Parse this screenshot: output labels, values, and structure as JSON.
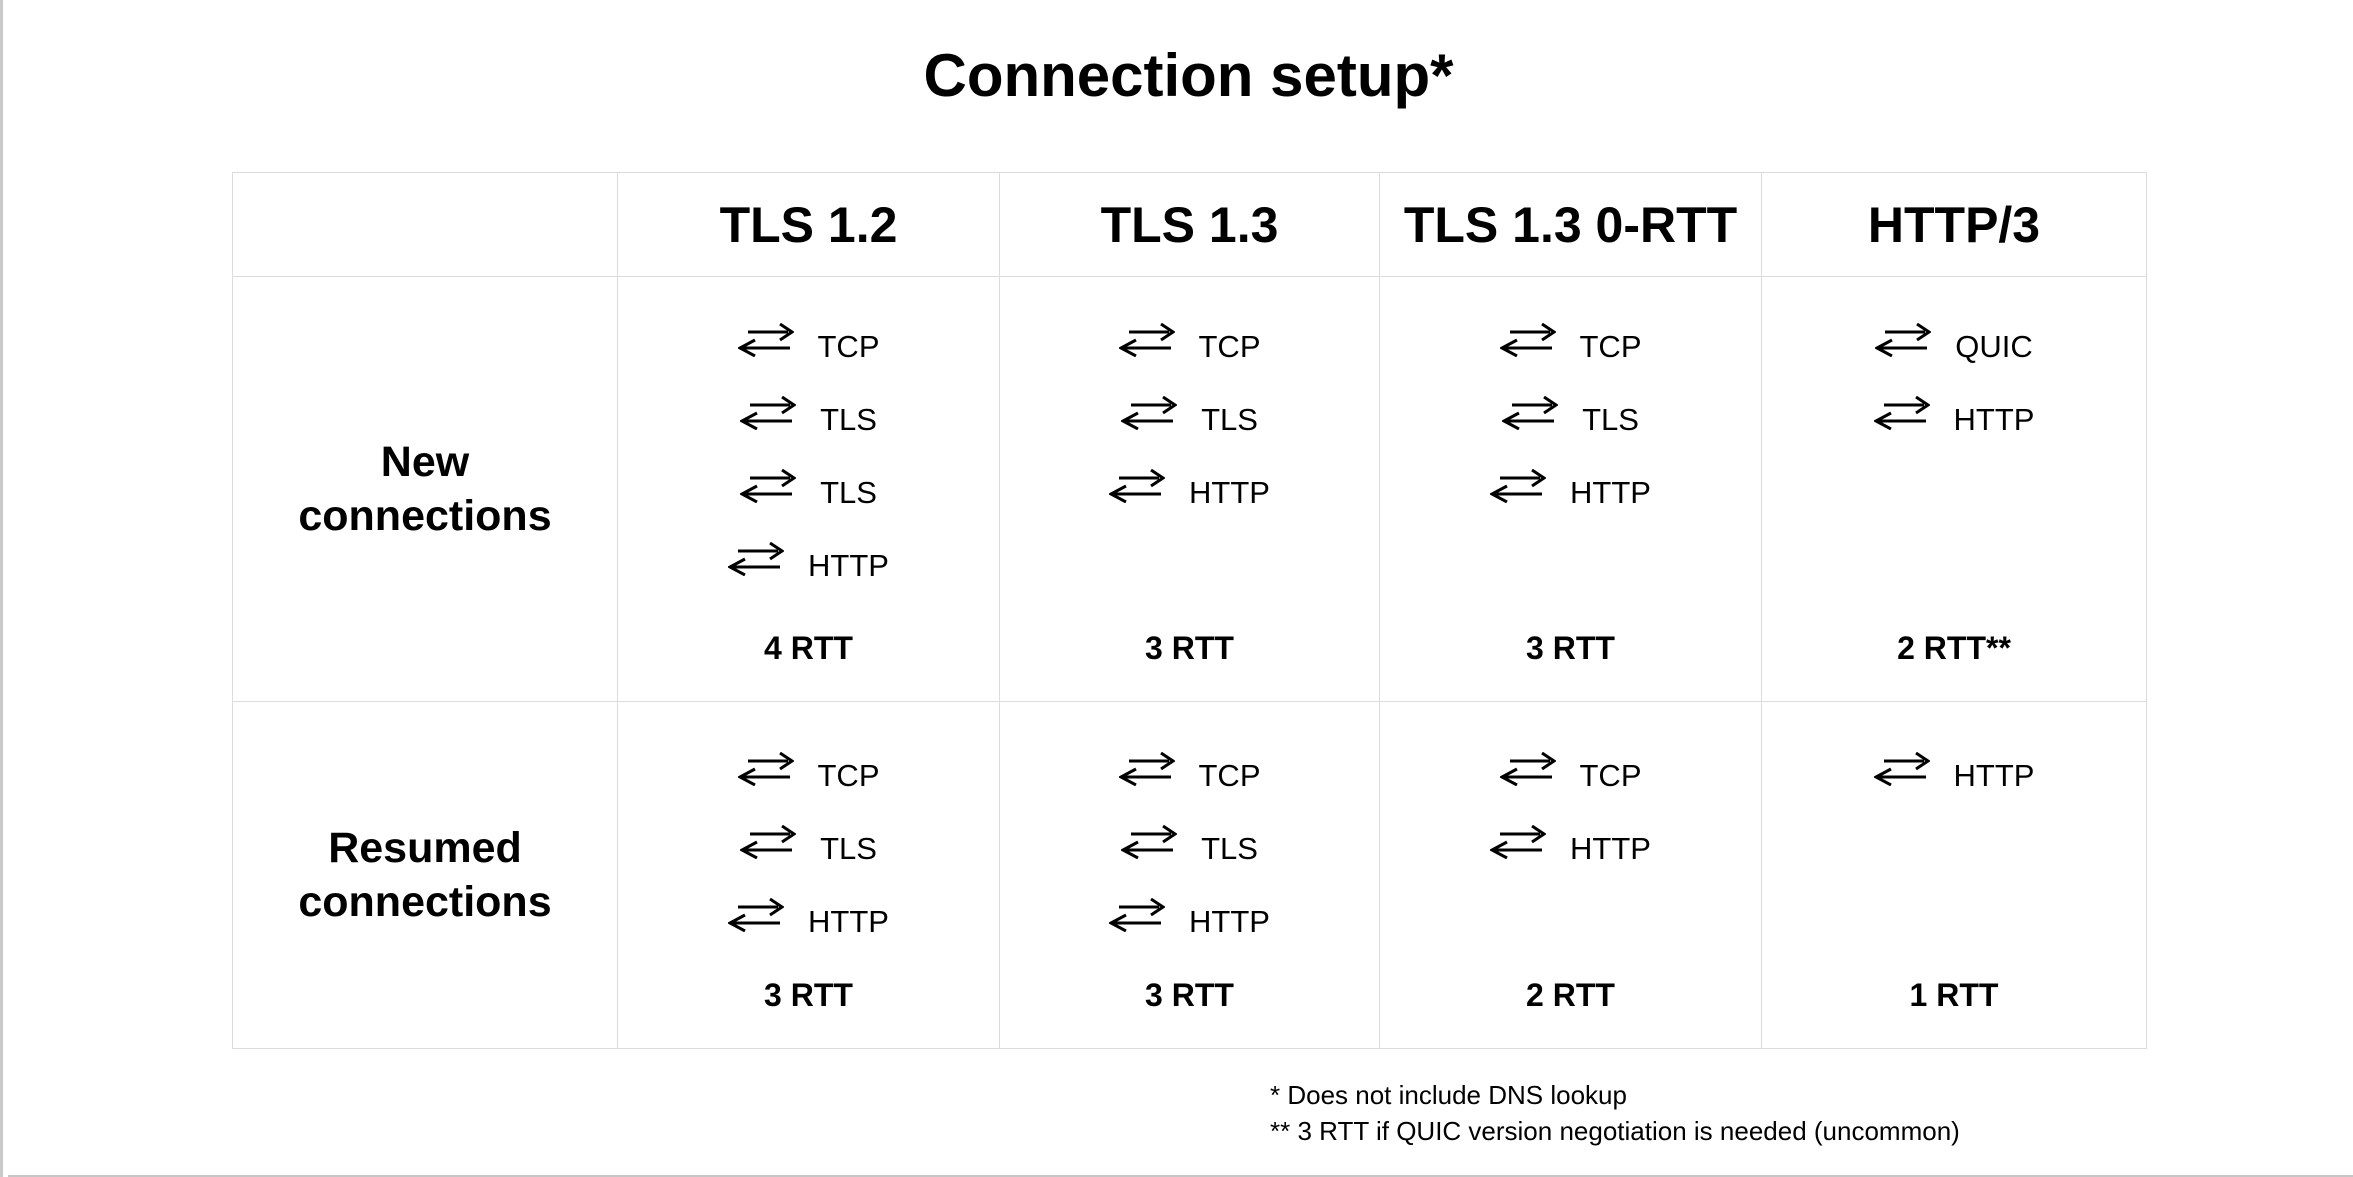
{
  "page": {
    "title": "Connection setup*",
    "background_color": "#ffffff",
    "text_color": "#000000",
    "table_border_color": "#dcdcdc",
    "edge_line_color": "#c9c9c9"
  },
  "icons": {
    "round_trip": "⇄"
  },
  "table": {
    "columns": [
      "TLS 1.2",
      "TLS 1.3",
      "TLS 1.3 0-RTT",
      "HTTP/3"
    ],
    "rows": [
      {
        "label": "New connections",
        "cells": [
          {
            "steps": [
              "TCP",
              "TLS",
              "TLS",
              "HTTP"
            ],
            "rtt": "4 RTT"
          },
          {
            "steps": [
              "TCP",
              "TLS",
              "HTTP"
            ],
            "rtt": "3 RTT"
          },
          {
            "steps": [
              "TCP",
              "TLS",
              "HTTP"
            ],
            "rtt": "3 RTT"
          },
          {
            "steps": [
              "QUIC",
              "HTTP"
            ],
            "rtt": "2 RTT**"
          }
        ]
      },
      {
        "label": "Resumed connections",
        "cells": [
          {
            "steps": [
              "TCP",
              "TLS",
              "HTTP"
            ],
            "rtt": "3 RTT"
          },
          {
            "steps": [
              "TCP",
              "TLS",
              "HTTP"
            ],
            "rtt": "3 RTT"
          },
          {
            "steps": [
              "TCP",
              "HTTP"
            ],
            "rtt": "2 RTT"
          },
          {
            "steps": [
              "HTTP"
            ],
            "rtt": "1 RTT"
          }
        ]
      }
    ]
  },
  "footnotes": [
    "* Does not include DNS lookup",
    "** 3 RTT if QUIC version negotiation is needed (uncommon)"
  ],
  "chart_data": {
    "type": "table",
    "title": "Connection setup*",
    "columns": [
      "TLS 1.2",
      "TLS 1.3",
      "TLS 1.3 0-RTT",
      "HTTP/3"
    ],
    "rows": [
      "New connections",
      "Resumed connections"
    ],
    "round_trips": [
      [
        [
          "TCP",
          "TLS",
          "TLS",
          "HTTP"
        ],
        [
          "TCP",
          "TLS",
          "HTTP"
        ],
        [
          "TCP",
          "TLS",
          "HTTP"
        ],
        [
          "QUIC",
          "HTTP"
        ]
      ],
      [
        [
          "TCP",
          "TLS",
          "HTTP"
        ],
        [
          "TCP",
          "TLS",
          "HTTP"
        ],
        [
          "TCP",
          "HTTP"
        ],
        [
          "HTTP"
        ]
      ]
    ],
    "rtt_totals": [
      [
        "4 RTT",
        "3 RTT",
        "3 RTT",
        "2 RTT**"
      ],
      [
        "3 RTT",
        "3 RTT",
        "2 RTT",
        "1 RTT"
      ]
    ]
  }
}
